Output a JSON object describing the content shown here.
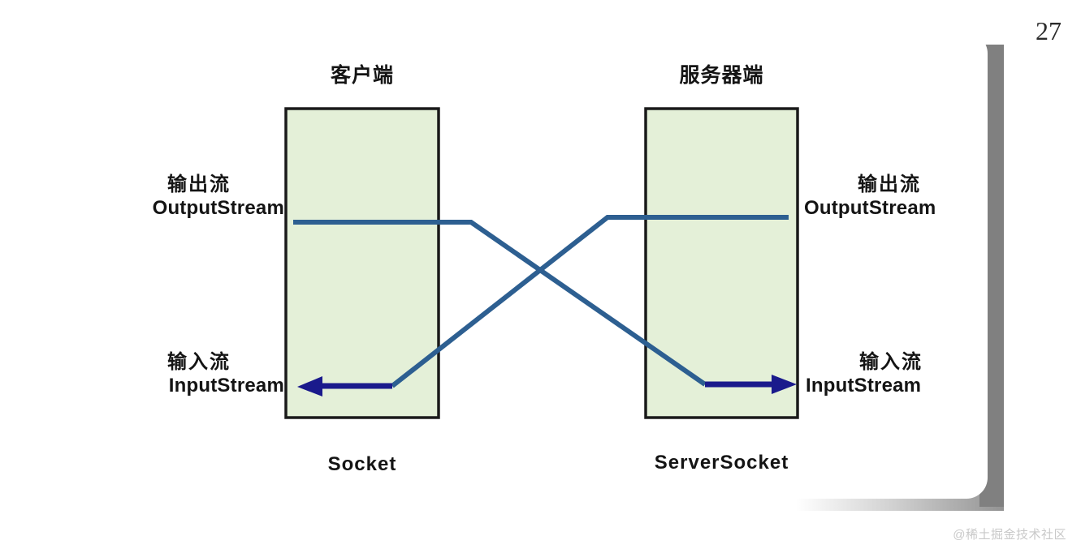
{
  "slide": {
    "page_number": "27",
    "watermark": "@稀土掘金技术社区",
    "background_color": "#ffffff",
    "shadow_color": "#808080"
  },
  "diagram": {
    "title_left": "客户端",
    "title_right": "服务器端",
    "caption_left": "Socket",
    "caption_right": "ServerSocket",
    "box_fill_color": "#e4f0d8",
    "box_border_color": "#1a1a1a",
    "line_color": "#2d5f91",
    "arrow_color": "#1a1a8c",
    "labels": {
      "left_output_cn": "输出流",
      "left_output_en": "OutputStream",
      "left_input_cn": "输入流",
      "left_input_en": "InputStream",
      "right_output_cn": "输出流",
      "right_output_en": "OutputStream",
      "right_input_cn": "输入流",
      "right_input_en": "InputStream"
    }
  }
}
